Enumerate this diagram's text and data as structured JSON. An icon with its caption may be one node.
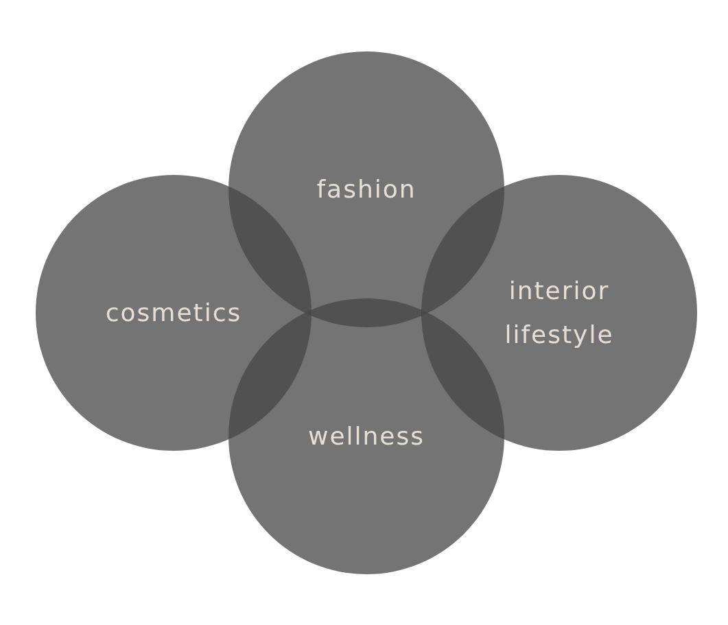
{
  "diagram": {
    "nodes": [
      {
        "text": [
          "fashion"
        ]
      },
      {
        "text": [
          "cosmetics"
        ]
      },
      {
        "text": [
          "interior lifestyle"
        ]
      },
      {
        "text": [
          "wellness"
        ]
      }
    ]
  }
}
